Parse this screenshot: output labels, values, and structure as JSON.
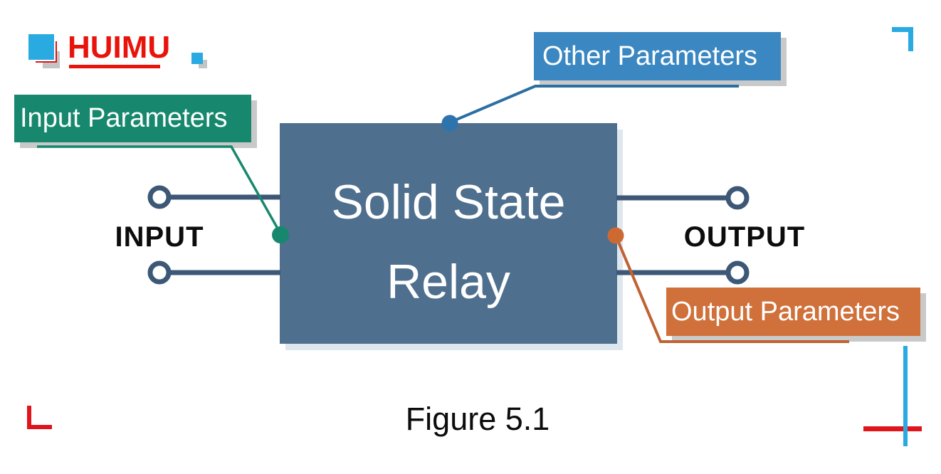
{
  "logo": {
    "text": "HUIMU",
    "brand_red": "#e8140c",
    "brand_blue": "#29abe2"
  },
  "relay_block": {
    "line1": "Solid State",
    "line2": "Relay",
    "fill": "#4f6f8f",
    "text_color": "#ffffff"
  },
  "callouts": {
    "input": {
      "label": "Input Parameters",
      "fill": "#17886e",
      "line_color": "#17886e",
      "text_color": "#ffffff"
    },
    "other": {
      "label": "Other Parameters",
      "fill": "#3a87c2",
      "line_color": "#2b6fa3",
      "text_color": "#ffffff"
    },
    "output": {
      "label": "Output Parameters",
      "fill": "#d0703a",
      "line_color": "#c06232",
      "text_color": "#ffffff"
    }
  },
  "ports": {
    "input_label": "INPUT",
    "output_label": "OUTPUT",
    "wire_color": "#3d5876"
  },
  "figure": {
    "caption": "Figure 5.1"
  },
  "decor": {
    "corner_blue": "#29abe2",
    "corner_red": "#e0151b",
    "shadow_gray": "#c9c9c9"
  }
}
